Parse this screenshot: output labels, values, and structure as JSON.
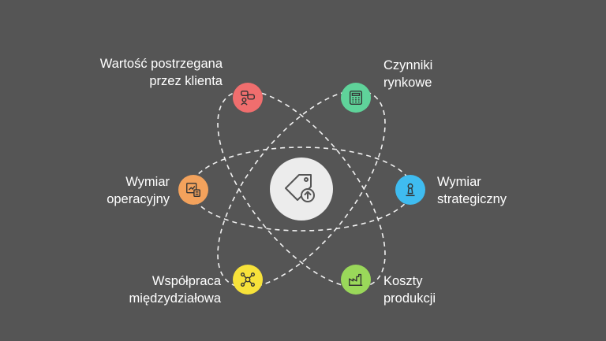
{
  "colors": {
    "background": "#555555",
    "center": "#ececec",
    "orbit": "#f0f0f0",
    "red": "#f06e6e",
    "green": "#5fd39a",
    "orange": "#f3a25c",
    "blue": "#3fbcf0",
    "yellow": "#f7e23a",
    "lime": "#9ad85a"
  },
  "center": {
    "icon": "price-tag-up-arrow-icon"
  },
  "nodes": {
    "top_left": {
      "icon": "people-chat-icon",
      "line1": "Wartość postrzegana",
      "line2": "przez klienta"
    },
    "top_right": {
      "icon": "calculator-icon",
      "line1": "Czynniki",
      "line2": "rynkowe"
    },
    "mid_left": {
      "icon": "chart-calculator-icon",
      "line1": "Wymiar",
      "line2": "operacyjny"
    },
    "mid_right": {
      "icon": "chess-pawn-icon",
      "line1": "Wymiar",
      "line2": "strategiczny"
    },
    "bottom_left": {
      "icon": "network-icon",
      "line1": "Współpraca",
      "line2": "międzydziałowa"
    },
    "bottom_right": {
      "icon": "factory-icon",
      "line1": "Koszty",
      "line2": "produkcji"
    }
  }
}
